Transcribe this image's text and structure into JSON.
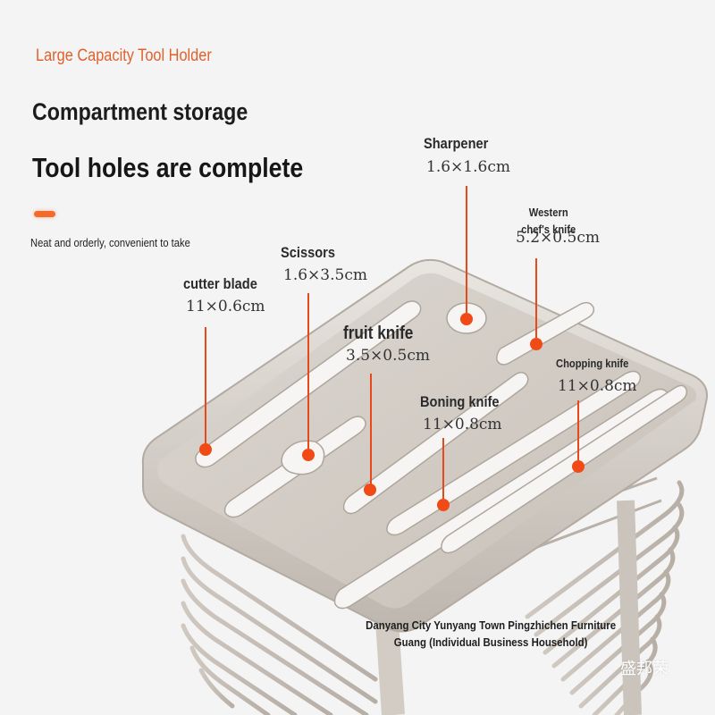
{
  "header": {
    "kicker": "Large Capacity Tool Holder",
    "line1": "Compartment storage",
    "line2": "Tool holes are complete",
    "tagline": "Neat and orderly, convenient to take"
  },
  "labels": [
    {
      "name": "Sharpener",
      "size": "1.6×1.6cm"
    },
    {
      "name": "Western chef's knife",
      "size": "5.2×0.5cm"
    },
    {
      "name": "Scissors",
      "size": "1.6×3.5cm"
    },
    {
      "name": "cutter blade",
      "size": "11×0.6cm"
    },
    {
      "name": "fruit knife",
      "size": "3.5×0.5cm"
    },
    {
      "name": "Boning knife",
      "size": "11×0.8cm"
    },
    {
      "name": "Chopping knife",
      "size": "11×0.8cm"
    }
  ],
  "footer": {
    "credit": "Danyang City Yunyang Town Pingzhichen Furniture Guang (Individual Business Household)",
    "watermark": "盛邦荣"
  },
  "colors": {
    "accent": "#f04a16",
    "kicker": "#e0612c",
    "steel": "#c9c2ba"
  }
}
